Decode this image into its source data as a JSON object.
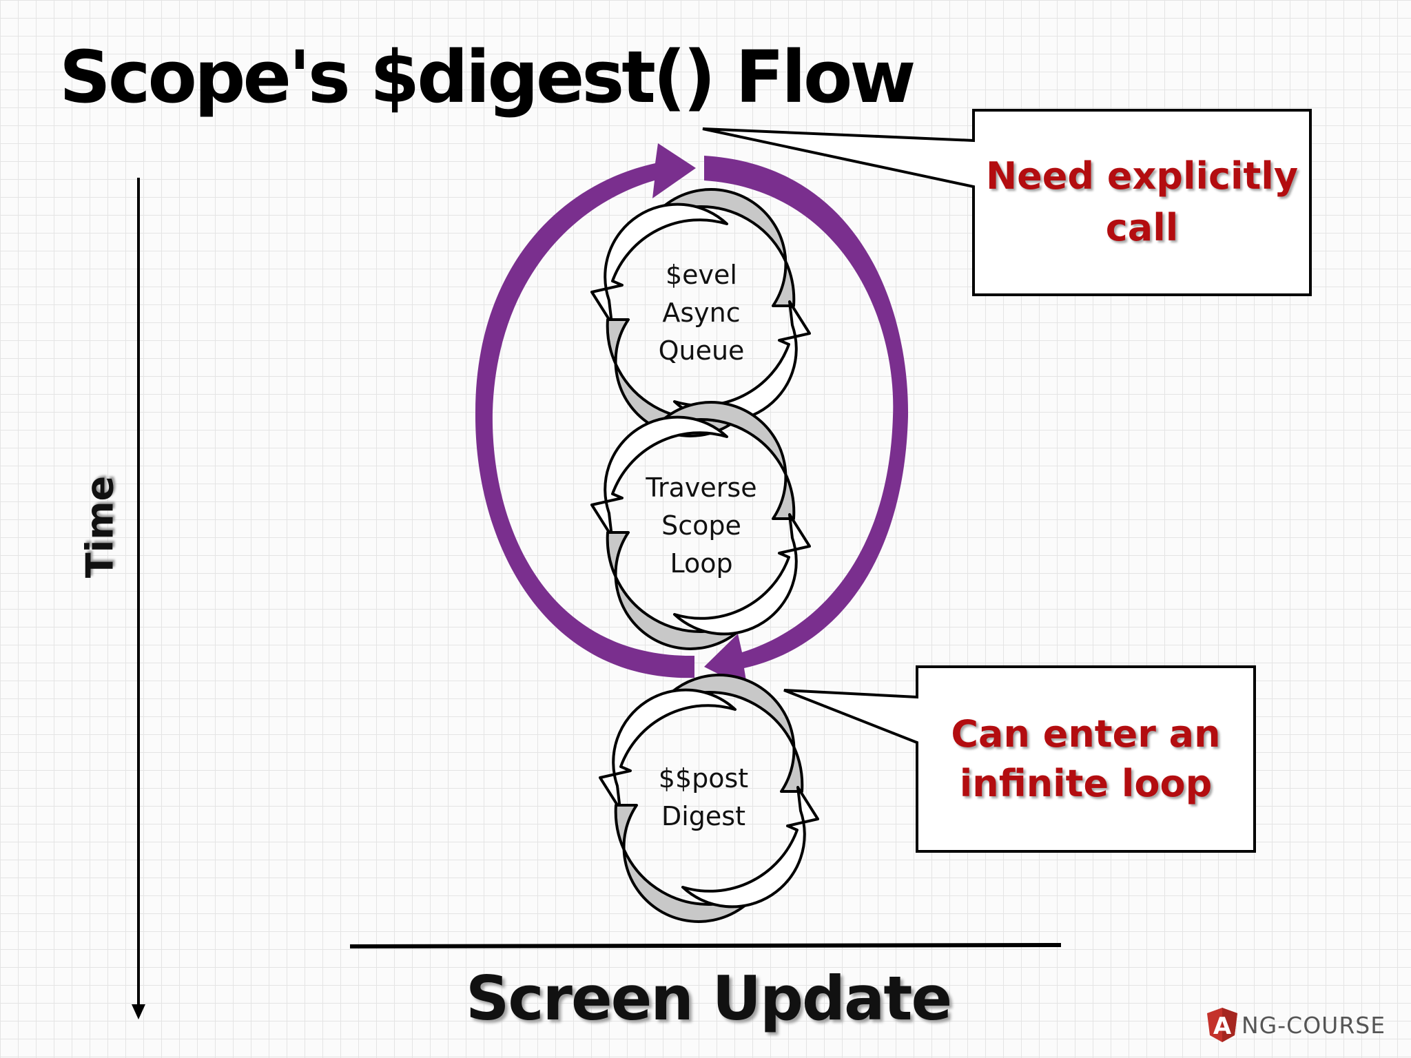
{
  "slide": {
    "title": "Scope's $digest() Flow",
    "time_label": "Time",
    "screen_update": "Screen Update",
    "logo_text": "NG-COURSE",
    "logo_letter": "A"
  },
  "cycles": [
    {
      "lines": [
        "$evel",
        "Async",
        "Queue"
      ]
    },
    {
      "lines": [
        "Traverse",
        "Scope",
        "Loop"
      ]
    },
    {
      "lines": [
        "$$post",
        "Digest"
      ]
    }
  ],
  "callouts": [
    {
      "lines": [
        "Need explicitly",
        "call"
      ]
    },
    {
      "lines": [
        "Can enter an",
        "infinite loop"
      ]
    }
  ],
  "colors": {
    "purple_loop": "#7a2f8e",
    "callout_text": "#b30d10",
    "cycle_arrow_fill": "#c8c8c8",
    "logo_red": "#c4322b"
  }
}
